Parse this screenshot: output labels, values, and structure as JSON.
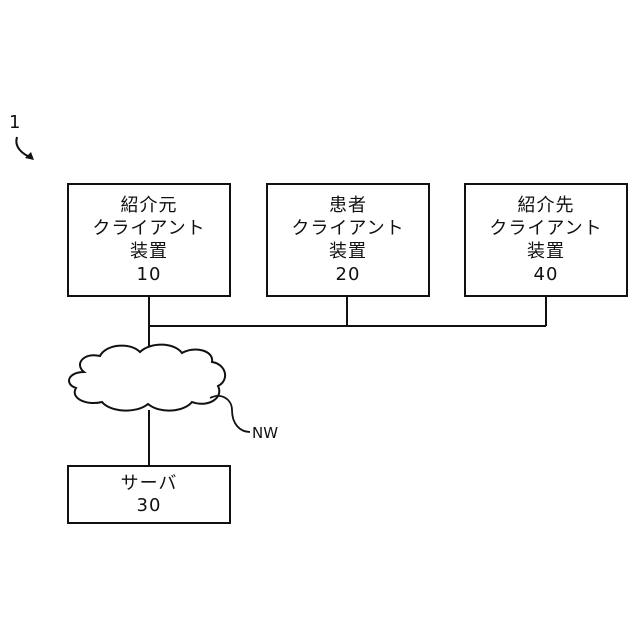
{
  "system_label": "1",
  "network_label": "NW",
  "devices": {
    "referrer": {
      "line1": "紹介元",
      "line2": "クライアント",
      "line3": "装置",
      "number": "10"
    },
    "patient": {
      "line1": "患者",
      "line2": "クライアント",
      "line3": "装置",
      "number": "20"
    },
    "referee": {
      "line1": "紹介先",
      "line2": "クライアント",
      "line3": "装置",
      "number": "40"
    },
    "server": {
      "line1": "サーバ",
      "number": "30"
    }
  }
}
